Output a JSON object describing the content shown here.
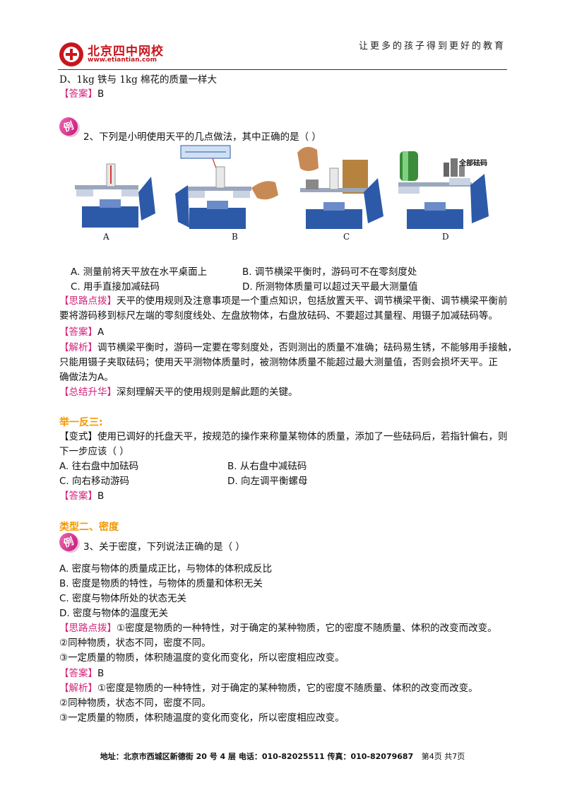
{
  "header": {
    "logo_text": "北京四中网校",
    "logo_url": "www.etiantian.com",
    "slogan": "让更多的孩子得到更好的教育"
  },
  "q1_tail": {
    "option_d": "D、1kg 铁与 1kg 棉花的质量一样大",
    "answer_label": "【答案】",
    "answer_value": "B"
  },
  "example_badge": "例",
  "q2": {
    "stem": "2、下列是小明使用天平的几点做法，其中正确的是（     ）",
    "figure_captions": [
      "A",
      "B",
      "C",
      "D"
    ],
    "figure_d_tag": "全部砝码",
    "options": [
      "A. 测量前将天平放在水平桌面上",
      "B. 调节横梁平衡时，游码可不在零刻度处",
      "C. 用手直接加减砝码",
      "D. 所测物体质量可以超过天平最大测量值"
    ],
    "hint_label": "【思路点拨】",
    "hint_text_1": "天平的使用规则及注意事项是一个重点知识，包括放置天平、调节横梁平衡、调节横梁平衡前",
    "hint_text_2": "要将游码移到标尺左端的零刻度线处、左盘放物体，右盘放砝码、不要超过其量程、用镊子加减砝码等。",
    "answer_label": "【答案】",
    "answer_value": "A",
    "analysis_label": "【解析】",
    "analysis_text_1": "调节横梁平衡时，游码一定要在零刻度处，否则测出的质量不准确；砝码易生锈，不能够用手接触，",
    "analysis_text_2": "只能用镊子夹取砝码；使用天平测物体质量时，被测物体质量不能超过最大测量值，否则会损坏天平。正",
    "analysis_text_3": "确做法为A。",
    "summary_label": "【总结升华】",
    "summary_text": "深刻理解天平的使用规则是解此题的关键。"
  },
  "variant": {
    "heading": "举一反三:",
    "label": "【变式】",
    "stem_1": "使用已调好的托盘天平，按规范的操作来称量某物体的质量，添加了一些砝码后，若指针偏右，则",
    "stem_2": "下一步应该（     ）",
    "options": [
      "A. 往右盘中加砝码",
      "B. 从右盘中减砝码",
      "C. 向右移动游码",
      "D. 向左调平衡螺母"
    ],
    "answer_label": "【答案】",
    "answer_value": "B"
  },
  "section2": {
    "heading": "类型二、密度"
  },
  "q3": {
    "stem": "3、关于密度，下列说法正确的是（     ）",
    "options": [
      "A. 密度与物体的质量成正比，与物体的体积成反比",
      "B. 密度是物质的特性，与物体的质量和体积无关",
      "C. 密度与物体所处的状态无关",
      "D. 密度与物体的温度无关"
    ],
    "hint_label": "【思路点拨】",
    "hint_lines": [
      "①密度是物质的一种特性，对于确定的某种物质，它的密度不随质量、体积的改变而改变。",
      "②同种物质，状态不同，密度不同。",
      "③一定质量的物质，体积随温度的变化而变化，所以密度相应改变。"
    ],
    "answer_label": "【答案】",
    "answer_value": "B",
    "analysis_label": "【解析】",
    "analysis_lines": [
      "①密度是物质的一种特性，对于确定的某种物质，它的密度不随质量、体积的改变而改变。",
      "②同种物质，状态不同，密度不同。",
      "③一定质量的物质，体积随温度的变化而变化，所以密度相应改变。"
    ]
  },
  "footer": {
    "address": "地址：北京市西城区新德街 20 号 4 层  电话：010-82025511  传真：010-82079687",
    "page": "第4页  共7页"
  },
  "colors": {
    "label_pink": "#d4237a",
    "heading_orange": "#f39800",
    "logo_red": "#c8161d",
    "balance_blue": "#2d5aa8"
  }
}
